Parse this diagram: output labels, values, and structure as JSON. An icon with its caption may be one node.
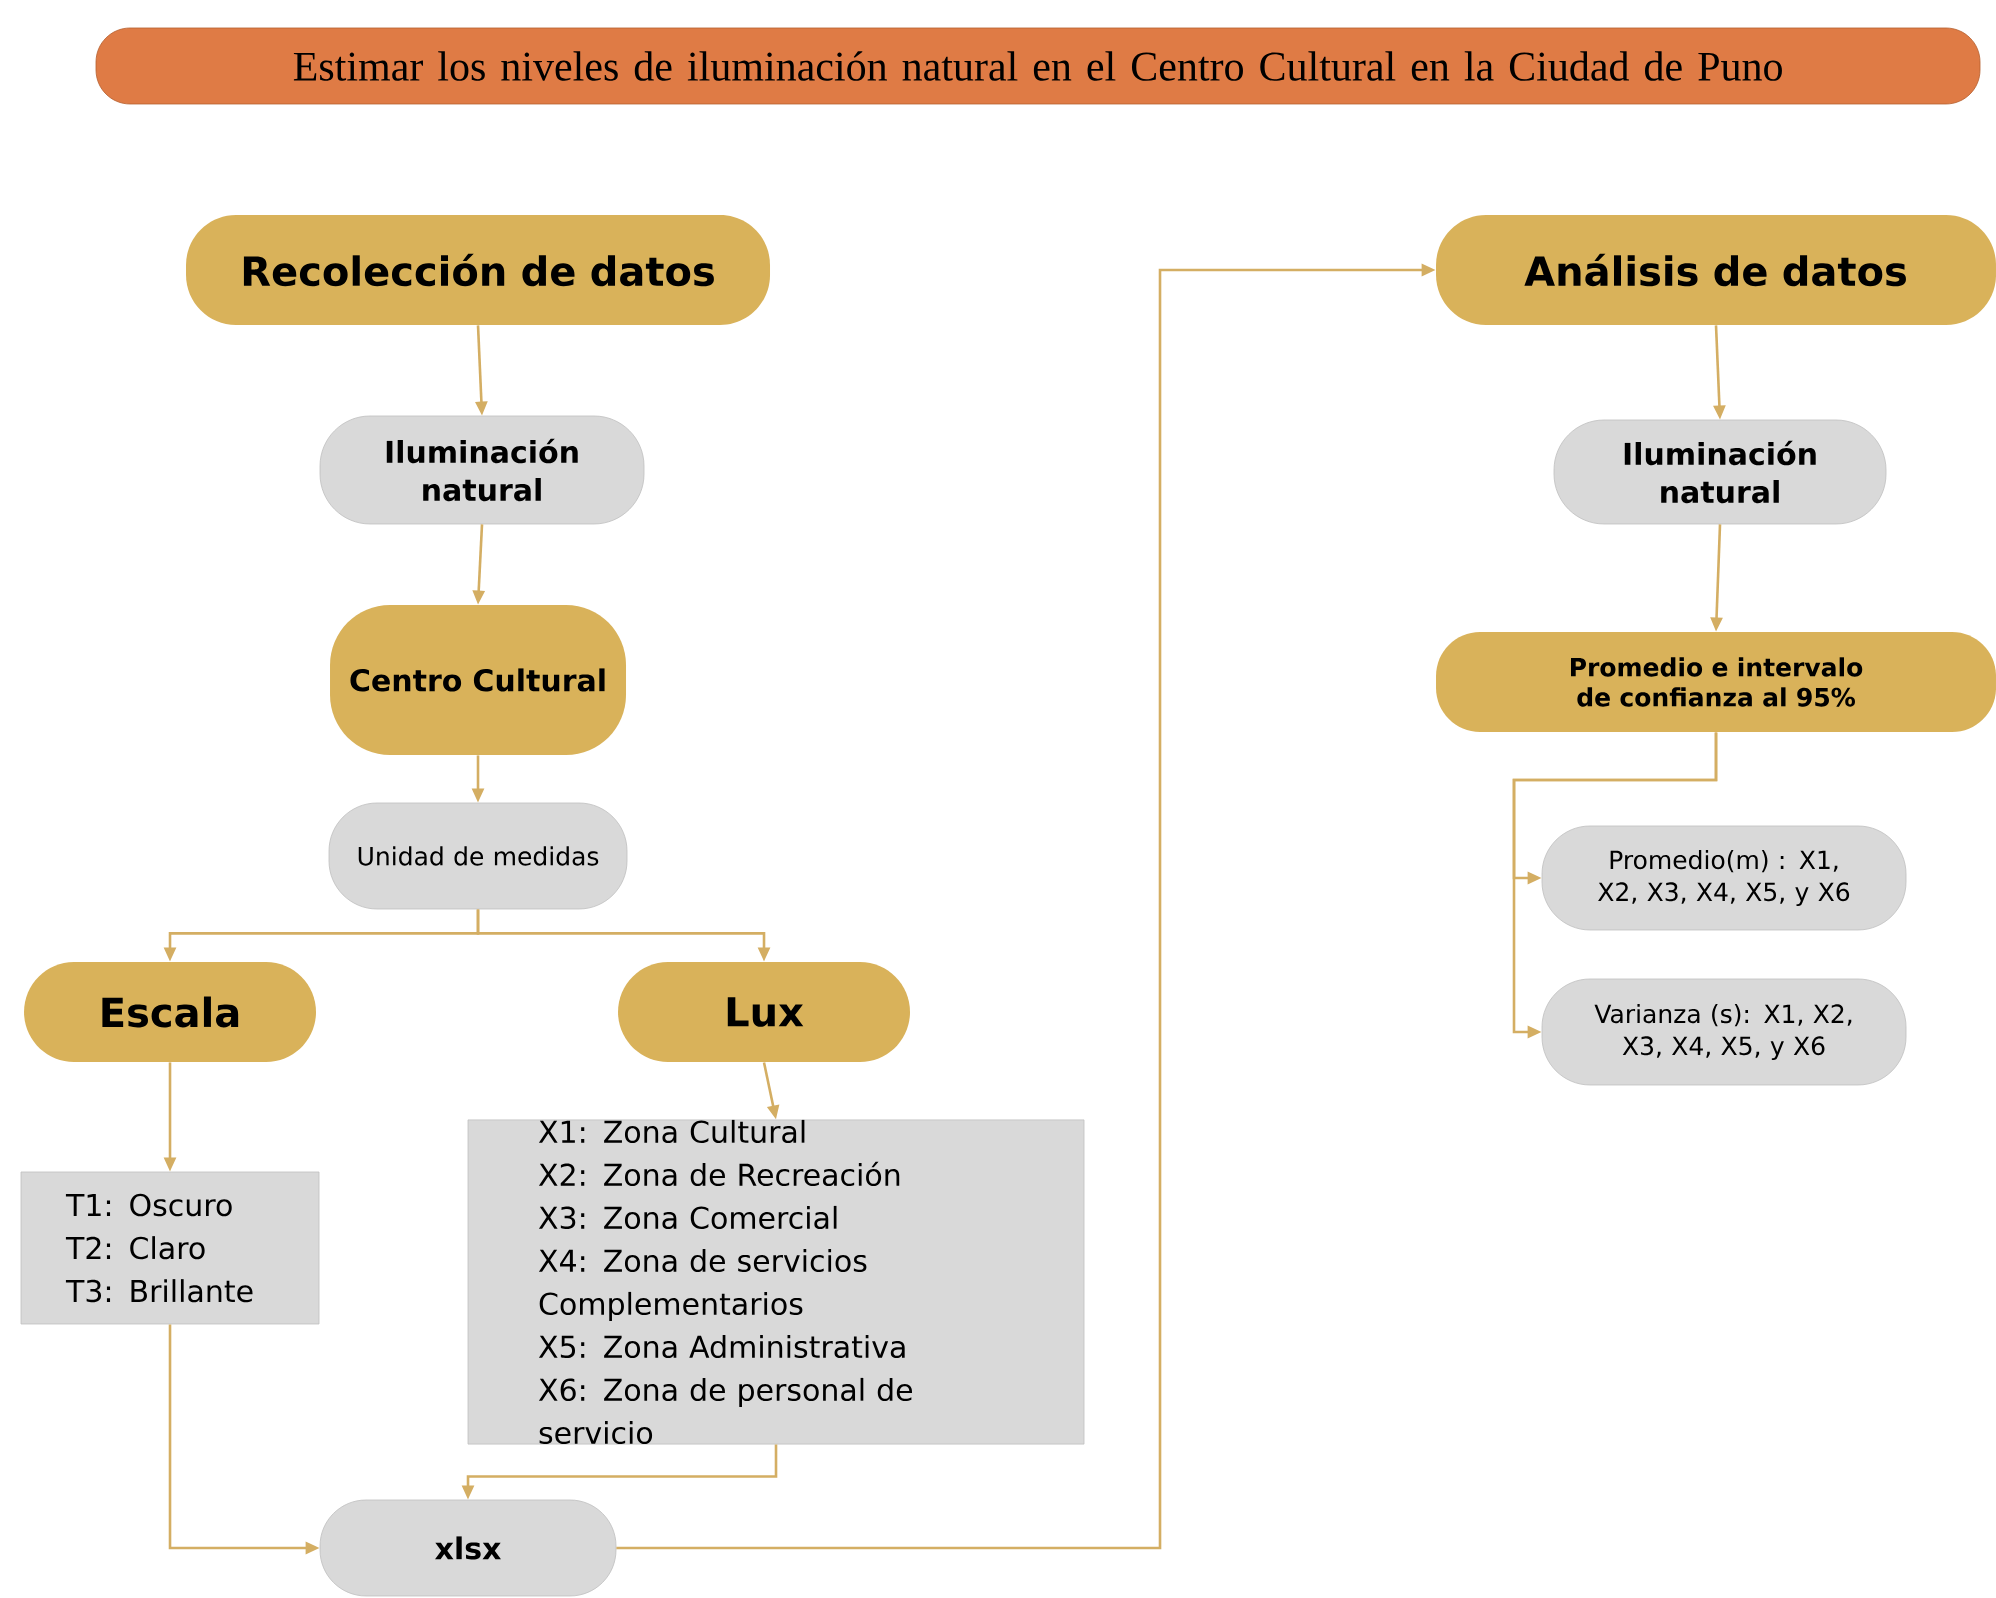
{
  "diagram": {
    "nodes": [
      {
        "text": [
          "Estimar los niveles de iluminación natural en el Centro Cultural en la Ciudad de Puno"
        ]
      },
      {
        "text": [
          "Recolección de datos"
        ]
      },
      {
        "text": [
          "Iluminación natural"
        ]
      },
      {
        "text": [
          "Centro Cultural"
        ]
      },
      {
        "text": [
          "Unidad de medidas"
        ]
      },
      {
        "text": [
          "Escala"
        ]
      },
      {
        "text": [
          "Lux"
        ]
      },
      {
        "text": [
          "T1: Oscuro",
          "T2: Claro",
          "T3: Brillante"
        ]
      },
      {
        "text": [
          "X1: Zona Cultural",
          "X2: Zona de Recreación",
          "X3: Zona Comercial",
          "X4: Zona de servicios Complementarios",
          "X5: Zona Administrativa",
          "X6: Zona de personal de servicio"
        ]
      },
      {
        "text": [
          "xlsx"
        ]
      },
      {
        "text": [
          "Análisis de datos"
        ]
      },
      {
        "text": [
          "Iluminación natural"
        ]
      },
      {
        "text": [
          "Promedio e intervalo de confianza al 95%"
        ]
      },
      {
        "text": [
          "Promedio(m) : X1, X2, X3, X4, X5, y X6"
        ]
      },
      {
        "text": [
          "Varianza (s): X1, X2, X3, X4, X5, y X6"
        ]
      }
    ],
    "edges": [
      {
        "from": 1,
        "to": 2,
        "arrow": "to"
      },
      {
        "from": 2,
        "to": 3,
        "arrow": "to"
      },
      {
        "from": 3,
        "to": 4,
        "arrow": "to"
      },
      {
        "from": 4,
        "to": 5,
        "arrow": "to"
      },
      {
        "from": 4,
        "to": 6,
        "arrow": "to"
      },
      {
        "from": 5,
        "to": 7,
        "arrow": "to"
      },
      {
        "from": 6,
        "to": 8,
        "arrow": "to"
      },
      {
        "from": 7,
        "to": 9,
        "arrow": "to"
      },
      {
        "from": 8,
        "to": 9,
        "arrow": "to"
      },
      {
        "from": 9,
        "to": 10,
        "arrow": "to"
      },
      {
        "from": 10,
        "to": 11,
        "arrow": "to"
      },
      {
        "from": 11,
        "to": 12,
        "arrow": "to"
      },
      {
        "from": 12,
        "to": 13,
        "arrow": "to"
      },
      {
        "from": 12,
        "to": 14,
        "arrow": "to"
      }
    ]
  }
}
